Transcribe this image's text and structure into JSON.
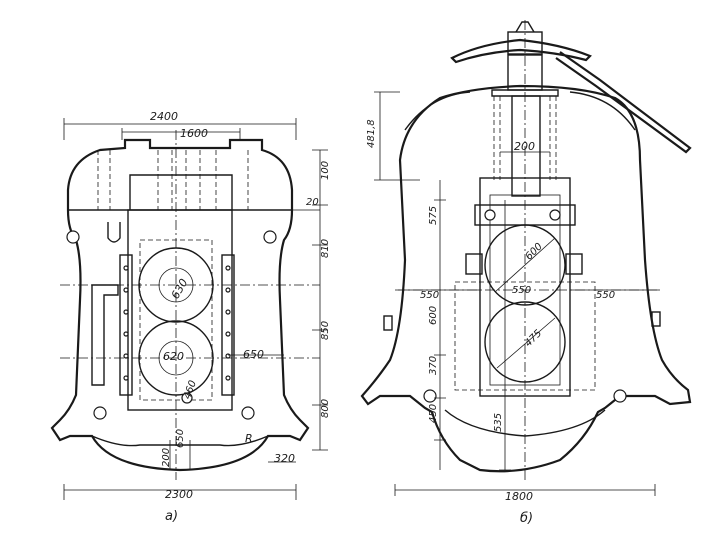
{
  "figure": {
    "left_view": {
      "caption": "а)",
      "dimensions": {
        "top_width": "2400",
        "inner_width": "1600",
        "bottom_width": "2300",
        "roll_upper_dia": "630",
        "roll_lower_dia": "620",
        "bore_460": "460",
        "offset_650_h": "650",
        "offset_650_v": "650",
        "base_200": "200",
        "foot_320": "320",
        "right_100": "100",
        "right_20": "20",
        "right_810": "810",
        "right_850": "850",
        "right_800": "800",
        "marker_r": "R"
      }
    },
    "right_view": {
      "caption": "б)",
      "dimensions": {
        "top_height": "481,8",
        "shaft_200": "200",
        "h_575": "575",
        "roll_dia_600": "600",
        "center_550": "550",
        "left_550": "550",
        "right_550": "550",
        "h_600": "600",
        "roll_dia_475": "475",
        "h_370": "370",
        "h_450": "450",
        "h_535": "535",
        "bottom_width": "1800"
      }
    }
  },
  "colors": {
    "ink": "#1a1a1a",
    "paper": "#ffffff"
  }
}
